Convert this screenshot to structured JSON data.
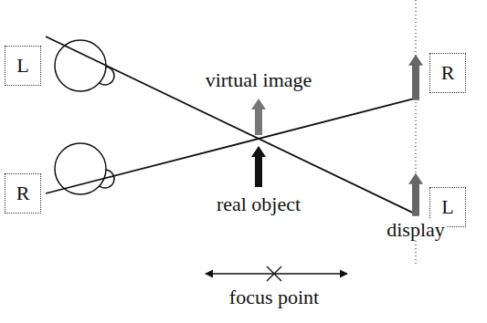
{
  "diagram": {
    "nodes": [
      {
        "text": [
          "L"
        ]
      },
      {
        "text": [
          "R"
        ]
      },
      {
        "text": [
          "R"
        ]
      },
      {
        "text": [
          "L"
        ]
      }
    ],
    "labels": [
      "virtual image",
      "real object",
      "display",
      "focus point"
    ]
  }
}
